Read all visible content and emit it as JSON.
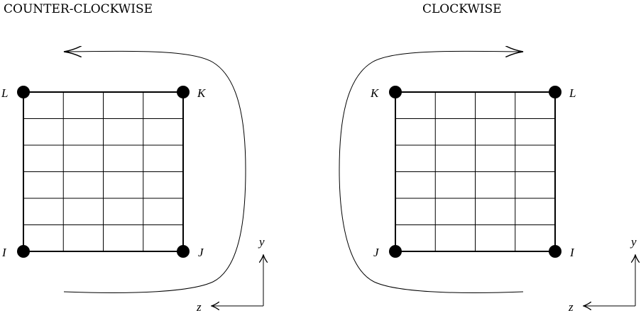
{
  "left_panel": {
    "title": "COUNTER-CLOCKWISE",
    "corners": {
      "top_left": "L",
      "top_right": "K",
      "bottom_left": "I",
      "bottom_right": "J"
    },
    "grid": {
      "columns": 4,
      "rows": 6
    },
    "axes": {
      "vertical": "y",
      "horizontal": "z"
    }
  },
  "right_panel": {
    "title": "CLOCKWISE",
    "corners": {
      "top_left": "K",
      "top_right": "L",
      "bottom_left": "J",
      "bottom_right": "I"
    },
    "grid": {
      "columns": 4,
      "rows": 6
    },
    "axes": {
      "vertical": "y",
      "horizontal": "z"
    }
  }
}
